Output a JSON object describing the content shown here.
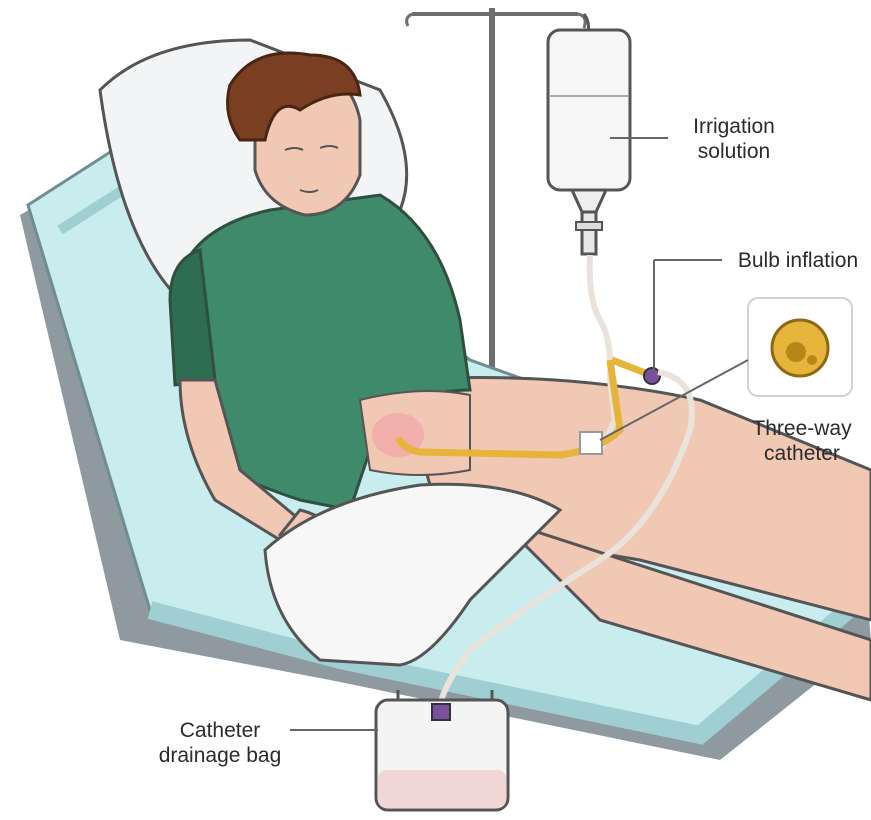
{
  "labels": {
    "irrigation": {
      "line1": "Irrigation",
      "line2": "solution"
    },
    "bulb": {
      "line1": "Bulb inflation"
    },
    "catheter": {
      "line1": "Three-way",
      "line2": "catheter"
    },
    "drainage": {
      "line1": "Catheter",
      "line2": "drainage bag"
    }
  },
  "colors": {
    "bed": "#c9ecee",
    "bed_shadow": "#9fcfd3",
    "bed_frame": "#8e9aa0",
    "pillow": "#f3f4f5",
    "gown": "#3f8a6a",
    "gown_dark": "#2f6d52",
    "skin": "#f1c8b4",
    "skin_shadow": "#d9a08a",
    "hair": "#7a3f22",
    "sheet": "#f7f7f7",
    "catheter": "#e6b43a",
    "tube": "#e9e3dc",
    "bag": "#f4f4f4",
    "pole": "#6e6e6e",
    "cap": "#7b4fa0",
    "urine": "#f1d6d6"
  }
}
